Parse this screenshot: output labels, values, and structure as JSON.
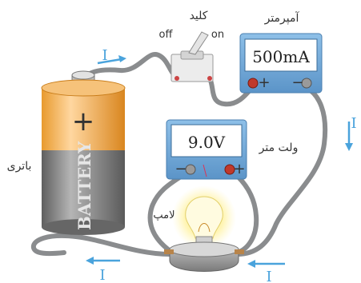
{
  "switch": {
    "label": "کلید",
    "off_label": "off",
    "on_label": "on"
  },
  "ammeter": {
    "label": "آمپرمتر",
    "reading": "500mA",
    "plus": "+",
    "minus": "−"
  },
  "voltmeter": {
    "label": "ولت متر",
    "reading": "9.0V",
    "plus": "+",
    "minus": "−"
  },
  "battery": {
    "label": "باتری",
    "plus": "+",
    "text": "BATTERY"
  },
  "lamp": {
    "label": "لامپ"
  },
  "current": {
    "symbol": "I"
  },
  "colors": {
    "wire": "#8a8c8e",
    "current_arrow": "#4aa3dc",
    "meter_body": "#6fa8d8",
    "meter_face": "#ffffff",
    "terminal_plus": "#c0392b",
    "battery_top": "#f0a23a",
    "battery_bottom": "#7d7d7d",
    "bulb_glow": "#fff4a0"
  }
}
